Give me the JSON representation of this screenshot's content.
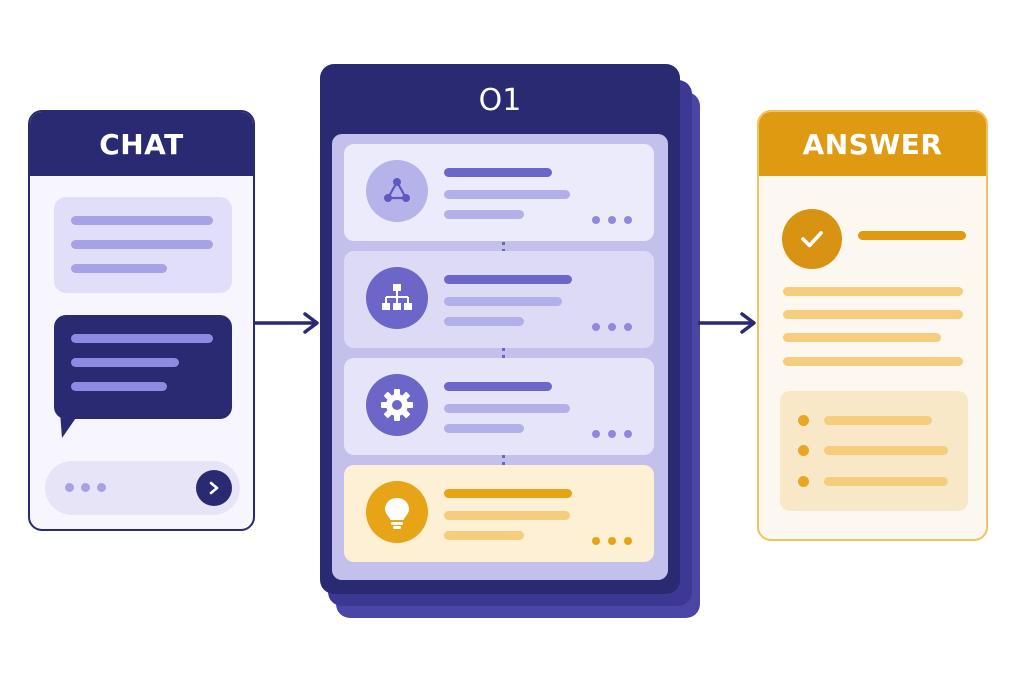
{
  "chat": {
    "title": "CHAT",
    "send_icon": "send-arrow-icon",
    "colors": {
      "header": "#2a2a72",
      "bubble_in": "#e1defa",
      "bubble_out": "#2a2a72",
      "bar_light": "#a7a1e6",
      "bar_on_dark": "#8e89e3"
    }
  },
  "model": {
    "title": "O1",
    "steps": [
      {
        "icon": "network-nodes-icon",
        "accent": "#6b66c8"
      },
      {
        "icon": "hierarchy-icon",
        "accent": "#6b66c8"
      },
      {
        "icon": "gear-icon",
        "accent": "#6b66c8"
      },
      {
        "icon": "lightbulb-icon",
        "accent": "#e7a417"
      }
    ]
  },
  "answer": {
    "title": "ANSWER",
    "check_icon": "checkmark-icon",
    "colors": {
      "header": "#df9a12",
      "accent": "#d99313",
      "bar": "#f5cd7c"
    }
  }
}
